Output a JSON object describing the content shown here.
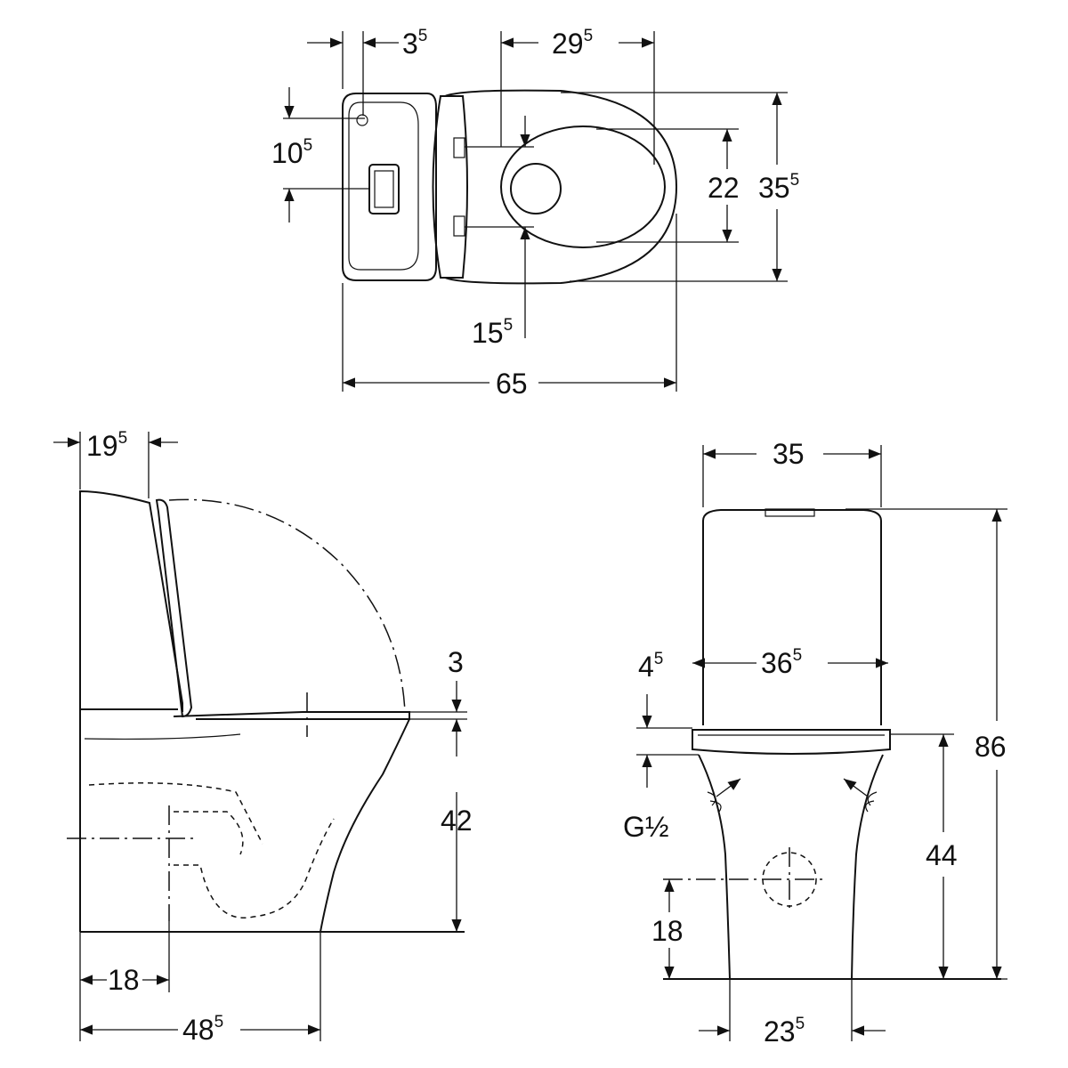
{
  "top_view": {
    "dim_3_5": {
      "main": "3",
      "sup": "5"
    },
    "dim_29_5": {
      "main": "29",
      "sup": "5"
    },
    "dim_10_5": {
      "main": "10",
      "sup": "5"
    },
    "dim_22": {
      "main": "22"
    },
    "dim_35_5": {
      "main": "35",
      "sup": "5"
    },
    "dim_15_5": {
      "main": "15",
      "sup": "5"
    },
    "dim_65": {
      "main": "65"
    }
  },
  "side_view": {
    "dim_19_5": {
      "main": "19",
      "sup": "5"
    },
    "dim_3": {
      "main": "3"
    },
    "dim_42": {
      "main": "42"
    },
    "dim_18": {
      "main": "18"
    },
    "dim_48_5": {
      "main": "48",
      "sup": "5"
    }
  },
  "front_view": {
    "dim_35": {
      "main": "35"
    },
    "dim_36_5": {
      "main": "36",
      "sup": "5"
    },
    "dim_4_5": {
      "main": "4",
      "sup": "5"
    },
    "thread": {
      "main": "G½"
    },
    "dim_86": {
      "main": "86"
    },
    "dim_44": {
      "main": "44"
    },
    "dim_18": {
      "main": "18"
    },
    "dim_23_5": {
      "main": "23",
      "sup": "5"
    }
  }
}
